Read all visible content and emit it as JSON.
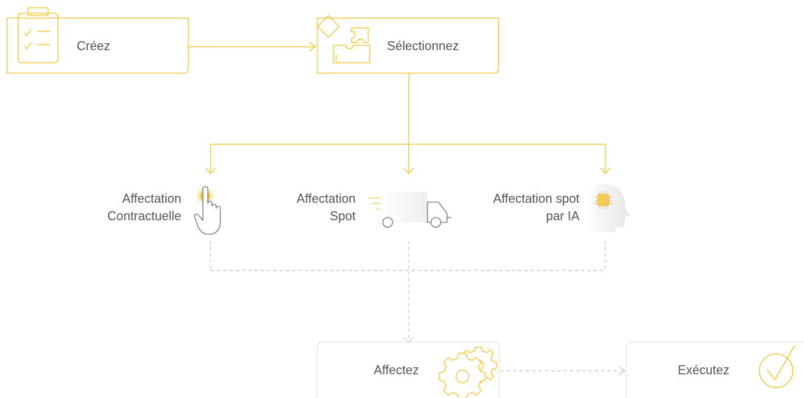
{
  "colors": {
    "accent": "#f2c230",
    "dashed": "#c8c8c8",
    "box_border_gray": "#e3e3e3",
    "text": "#555555"
  },
  "steps": {
    "create": {
      "label": "Créez",
      "icon": "clipboard-checklist-icon"
    },
    "select": {
      "label": "Sélectionnez",
      "icon": "puzzle-icon"
    },
    "assign": {
      "label": "Affectez",
      "icon": "gears-icon"
    },
    "execute": {
      "label": "Exécutez",
      "icon": "checkmark-circle-icon"
    }
  },
  "options": {
    "contractual": {
      "line1": "Affectation",
      "line2": "Contractuelle",
      "icon": "pointing-hand-icon"
    },
    "spot": {
      "line1": "Affectation",
      "line2": "Spot",
      "icon": "delivery-truck-icon"
    },
    "ai_spot": {
      "line1": "Affectation spot",
      "line2": "par IA",
      "icon": "ai-head-chip-icon"
    }
  }
}
